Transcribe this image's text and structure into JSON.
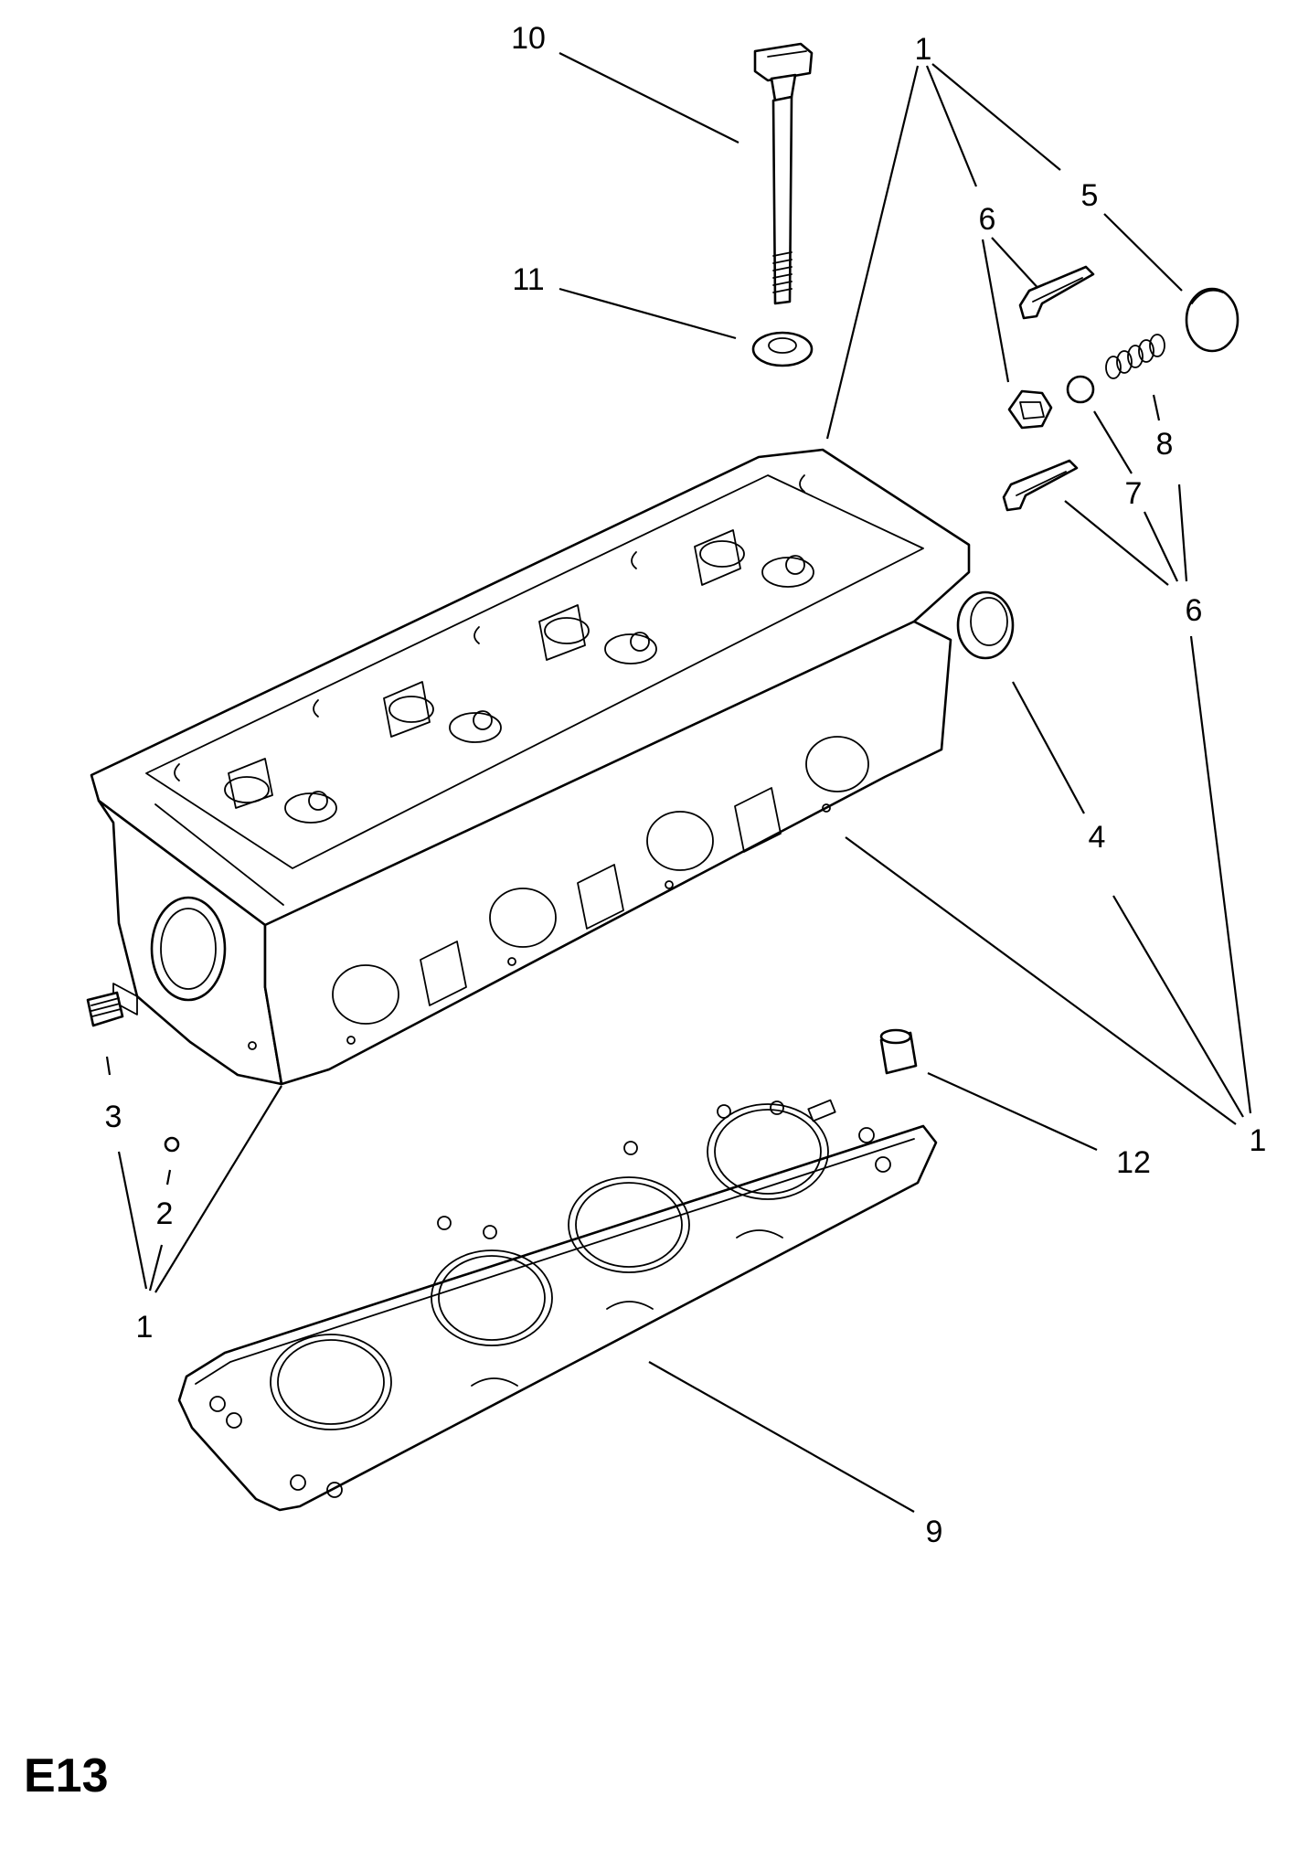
{
  "diagram": {
    "page_code": "E13",
    "callouts": {
      "c1_top": "1",
      "c1_right": "1",
      "c1_bottom_left": "1",
      "c2": "2",
      "c3": "3",
      "c4": "4",
      "c5": "5",
      "c6_upper": "6",
      "c6_lower": "6",
      "c7": "7",
      "c8": "8",
      "c9": "9",
      "c10": "10",
      "c11": "11",
      "c12": "12"
    }
  }
}
